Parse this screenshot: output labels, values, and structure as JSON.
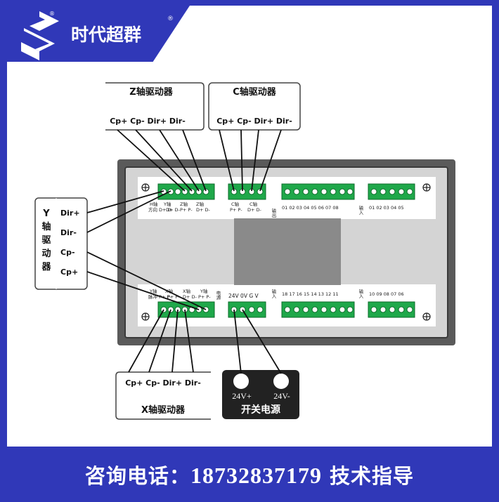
{
  "brand": {
    "name": "时代超群",
    "reg_mark": "®"
  },
  "footer": {
    "label": "咨询电话：",
    "phone": "18732837179",
    "suffix": "技术指导"
  },
  "z_driver": {
    "title": "Z轴驱动器",
    "pins": "Cp+ Cp- Dir+ Dir-"
  },
  "c_driver": {
    "title": "C轴驱动器",
    "pins": "Cp+ Cp- Dir+ Dir-"
  },
  "x_driver": {
    "title": "X轴驱动器",
    "pins": "Cp+ Cp- Dir+ Dir-"
  },
  "y_driver": {
    "title_chars": [
      "Y",
      "轴",
      "驱",
      "动",
      "器"
    ],
    "pins": [
      "Dir+",
      "Dir-",
      "Cp-",
      "Cp+"
    ]
  },
  "power": {
    "plus": "24V+",
    "minus": "24V-",
    "label": "开关电源"
  },
  "top_board": {
    "group1": [
      "H轴",
      "Y轴",
      "Z轴",
      "Z轴"
    ],
    "group1_sub": [
      "D+ D-",
      "D+ D-",
      "P+ P-",
      "D+ D-"
    ],
    "group1_prefix": "方向",
    "c_axis_top": [
      "C轴",
      "C轴"
    ],
    "c_axis_sub": [
      "P+ P-",
      "D+ D-"
    ],
    "output_label": "输出",
    "outputs": "01 02 03 04 05 06 07 08",
    "input_label": "输入",
    "inputs": "01 02 03 04 05"
  },
  "bottom_board": {
    "group1": [
      "Y轴",
      "X轴",
      "X轴",
      "Y轴"
    ],
    "group1_sub": [
      "P+ P-",
      "P+ P-",
      "D+ D-",
      "P+ P-"
    ],
    "group1_prefix": "脉冲",
    "power_label": "电源",
    "power_pins": "24V 0V  G  V",
    "input_label_a": "输入",
    "inputs_a": "18 17 16 15 14 13 12 11",
    "input_label_b": "输入",
    "inputs_b": "10 09 08 07 06"
  },
  "colors": {
    "brand_blue": "#3038b8",
    "terminal_green": "#1fa84a",
    "device_gray": "#b9b9b9",
    "screen_gray": "#8a8a8a"
  }
}
